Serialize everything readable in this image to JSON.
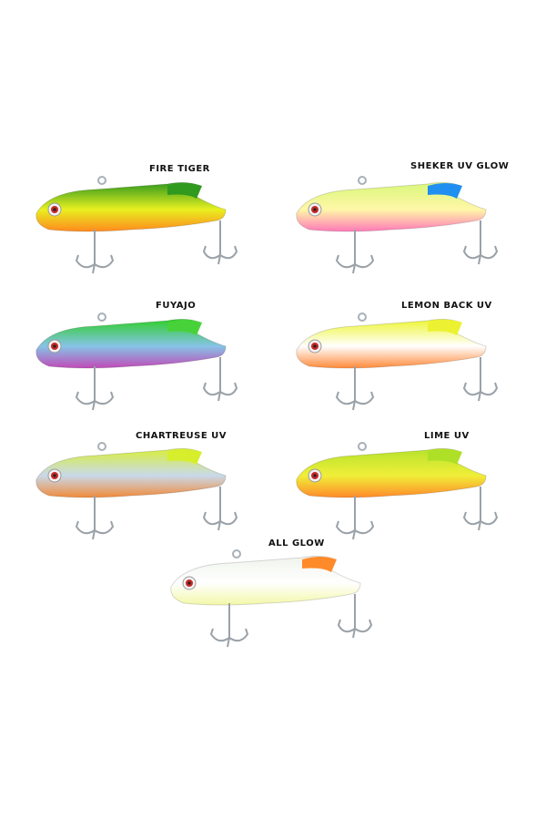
{
  "lures": [
    {
      "name": "FIRE TIGER",
      "colors": {
        "back": "#2f9a1d",
        "mid": "#e8f020",
        "belly": "#ff8a1e",
        "fin": "#2f9a1d"
      }
    },
    {
      "name": "SHEKER UV GLOW",
      "colors": {
        "back": "#d9f77a",
        "mid": "#fff7a8",
        "belly": "#ff7ab8",
        "fin": "#1f8ff0"
      }
    },
    {
      "name": "FUYAJO",
      "colors": {
        "back": "#2fcf2a",
        "mid": "#86c3e6",
        "belly": "#c04bb8",
        "fin": "#47d23a"
      }
    },
    {
      "name": "LEMON BACK UV",
      "colors": {
        "back": "#eef530",
        "mid": "#ffffff",
        "belly": "#ff8a3a",
        "fin": "#ecf232"
      }
    },
    {
      "name": "CHARTREUSE UV",
      "colors": {
        "back": "#d8ef3a",
        "mid": "#c9d9ea",
        "belly": "#f08a3a",
        "fin": "#d6ee2c"
      }
    },
    {
      "name": "LIME UV",
      "colors": {
        "back": "#b6e22c",
        "mid": "#f0ef38",
        "belly": "#ff8a2a",
        "fin": "#aee027"
      }
    },
    {
      "name": "ALL GLOW",
      "colors": {
        "back": "#f0f4ec",
        "mid": "#ffffff",
        "belly": "#f3f8a8",
        "fin": "#ff8a2a"
      }
    }
  ]
}
